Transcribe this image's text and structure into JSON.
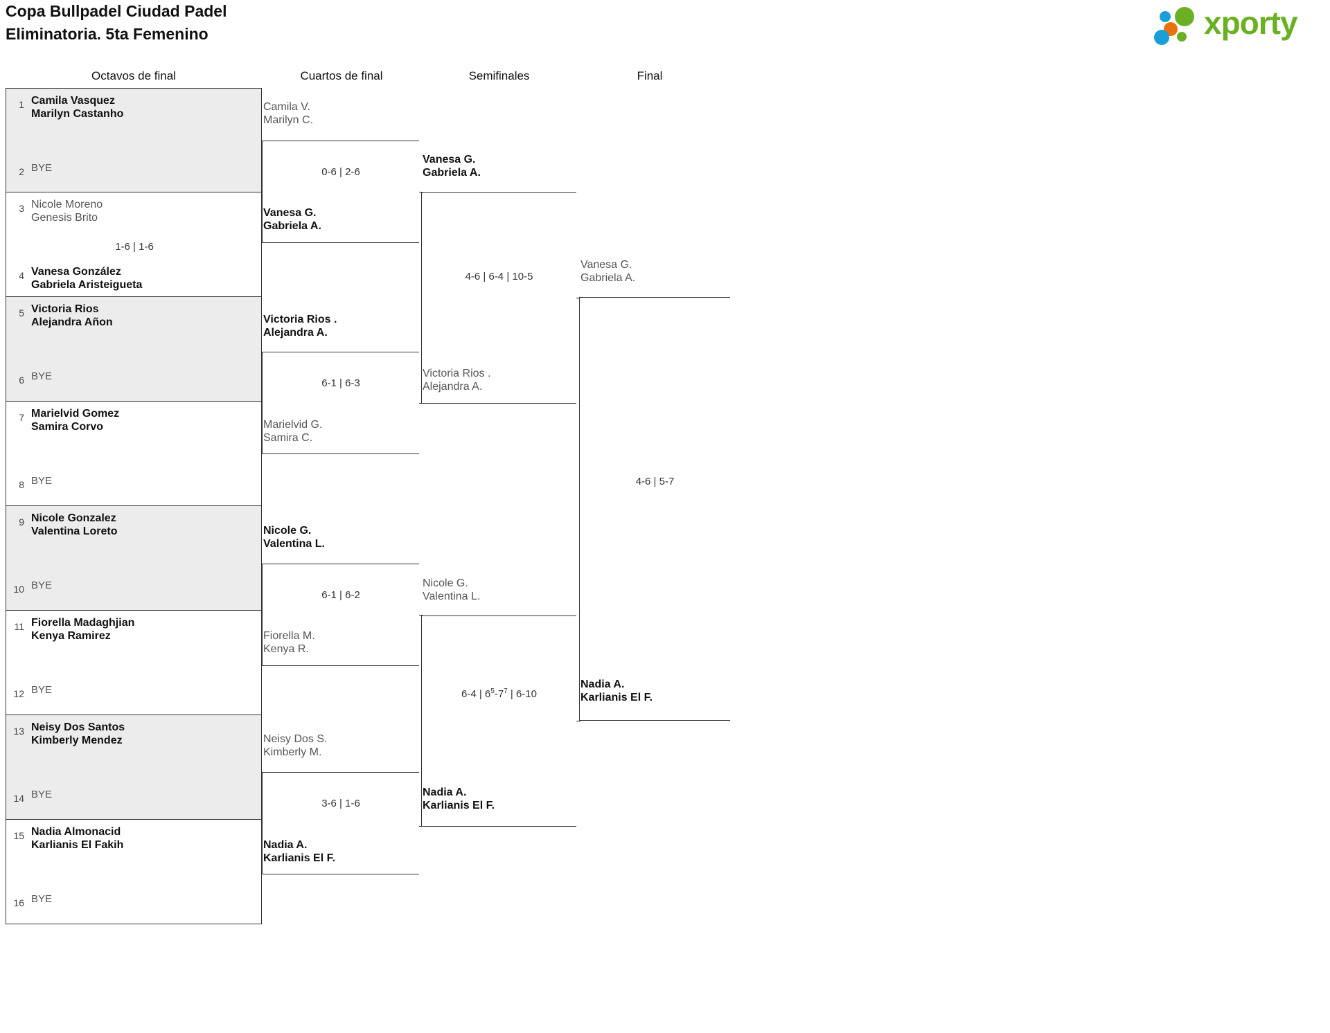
{
  "header": {
    "title_line1": "Copa Bullpadel Ciudad Padel",
    "title_line2": "Eliminatoria. 5ta Femenino",
    "logo_text": "xporty",
    "logo_colors": {
      "green": "#6ab023",
      "blue": "#1a9ed9",
      "orange": "#e8730b"
    }
  },
  "rounds": [
    {
      "label": "Octavos de final"
    },
    {
      "label": "Cuartos de final"
    },
    {
      "label": "Semifinales"
    },
    {
      "label": "Final"
    }
  ],
  "round1": {
    "entries": [
      {
        "seed": "1",
        "line1": "Camila Vasquez",
        "line2": "Marilyn Castanho",
        "state": "winner"
      },
      {
        "seed": "2",
        "line1": "BYE",
        "line2": "",
        "state": "bye"
      },
      {
        "seed": "3",
        "line1": "Nicole Moreno",
        "line2": "Genesis Brito",
        "state": "loser"
      },
      {
        "seed": "4",
        "line1": "Vanesa González",
        "line2": "Gabriela Aristeigueta",
        "state": "winner"
      },
      {
        "seed": "5",
        "line1": "Victoria Rios",
        "line2": "Alejandra Añon",
        "state": "winner"
      },
      {
        "seed": "6",
        "line1": "BYE",
        "line2": "",
        "state": "bye"
      },
      {
        "seed": "7",
        "line1": "Marielvid Gomez",
        "line2": "Samira Corvo",
        "state": "winner"
      },
      {
        "seed": "8",
        "line1": "BYE",
        "line2": "",
        "state": "bye"
      },
      {
        "seed": "9",
        "line1": "Nicole Gonzalez",
        "line2": "Valentina Loreto",
        "state": "winner"
      },
      {
        "seed": "10",
        "line1": "BYE",
        "line2": "",
        "state": "bye"
      },
      {
        "seed": "11",
        "line1": "Fiorella Madaghjian",
        "line2": "Kenya Ramirez",
        "state": "winner"
      },
      {
        "seed": "12",
        "line1": "BYE",
        "line2": "",
        "state": "bye"
      },
      {
        "seed": "13",
        "line1": "Neisy Dos Santos",
        "line2": "Kimberly Mendez",
        "state": "winner"
      },
      {
        "seed": "14",
        "line1": "BYE",
        "line2": "",
        "state": "bye"
      },
      {
        "seed": "15",
        "line1": "Nadia Almonacid",
        "line2": "Karlianis El Fakih",
        "state": "winner"
      },
      {
        "seed": "16",
        "line1": "BYE",
        "line2": "",
        "state": "bye"
      }
    ],
    "scores": [
      "",
      "1-6 | 1-6",
      "",
      "",
      "",
      "",
      "",
      ""
    ]
  },
  "round2": {
    "matches": [
      {
        "top": {
          "line1": "Camila V.",
          "line2": "Marilyn C.",
          "state": "loser"
        },
        "bottom": {
          "line1": "Vanesa G.",
          "line2": "Gabriela A.",
          "state": "winner"
        },
        "score": "0-6 | 2-6"
      },
      {
        "top": {
          "line1": "Victoria Rios .",
          "line2": "Alejandra A.",
          "state": "winner"
        },
        "bottom": {
          "line1": "Marielvid G.",
          "line2": "Samira C.",
          "state": "loser"
        },
        "score": "6-1 | 6-3"
      },
      {
        "top": {
          "line1": "Nicole G.",
          "line2": "Valentina L.",
          "state": "winner"
        },
        "bottom": {
          "line1": "Fiorella M.",
          "line2": "Kenya R.",
          "state": "loser"
        },
        "score": "6-1 | 6-2"
      },
      {
        "top": {
          "line1": "Neisy Dos S.",
          "line2": "Kimberly M.",
          "state": "loser"
        },
        "bottom": {
          "line1": "Nadia A.",
          "line2": "Karlianis El F.",
          "state": "winner"
        },
        "score": "3-6 | 1-6"
      }
    ]
  },
  "round3": {
    "matches": [
      {
        "top": {
          "line1": "Vanesa G.",
          "line2": "Gabriela A.",
          "state": "winner"
        },
        "bottom": {
          "line1": "Victoria Rios .",
          "line2": "Alejandra A.",
          "state": "loser"
        },
        "score": "4-6 | 6-4 | 10-5"
      },
      {
        "top": {
          "line1": "Nicole G.",
          "line2": "Valentina L.",
          "state": "loser"
        },
        "bottom": {
          "line1": "Nadia A.",
          "line2": "Karlianis El F.",
          "state": "winner"
        },
        "score_parts": [
          {
            "text": "6-4 | 6"
          },
          {
            "sup": "5"
          },
          {
            "text": "-7"
          },
          {
            "sup": "7"
          },
          {
            "text": " | 6-10"
          }
        ],
        "score": "6-4 | 6⁵-7⁷ | 6-10"
      }
    ]
  },
  "round4": {
    "matches": [
      {
        "top": {
          "line1": "Vanesa G.",
          "line2": "Gabriela A.",
          "state": "loser"
        },
        "bottom": {
          "line1": "Nadia A.",
          "line2": "Karlianis El F.",
          "state": "winner"
        },
        "score": "4-6 | 5-7"
      }
    ]
  }
}
